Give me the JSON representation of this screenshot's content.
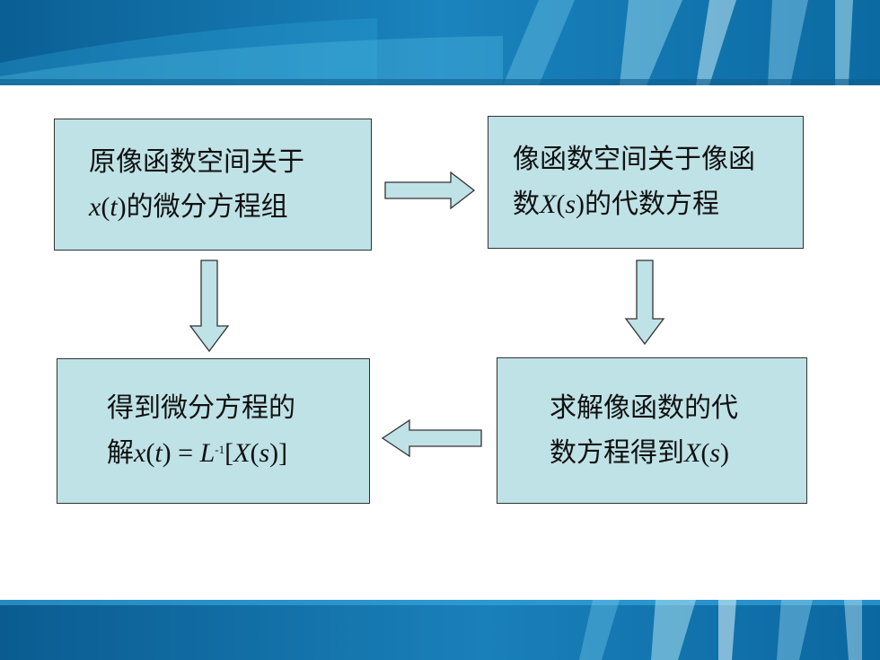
{
  "boxes": {
    "top_left": {
      "line1": "原像函数空间关于",
      "line2_suffix": "的微分方程组"
    },
    "top_right": {
      "line1": "像函数空间关于像函",
      "line2_prefix": "数",
      "line2_suffix": "的代数方程"
    },
    "bottom_left": {
      "line1": "得到微分方程的",
      "line2_prefix": "解"
    },
    "bottom_right": {
      "line1": "求解像函数的代",
      "line2_prefix": "数方程得到"
    }
  },
  "colors": {
    "box_fill": "#bfe2e6",
    "band_blue": "#1e86b8",
    "arrow_fill": "#bfe2e6"
  }
}
